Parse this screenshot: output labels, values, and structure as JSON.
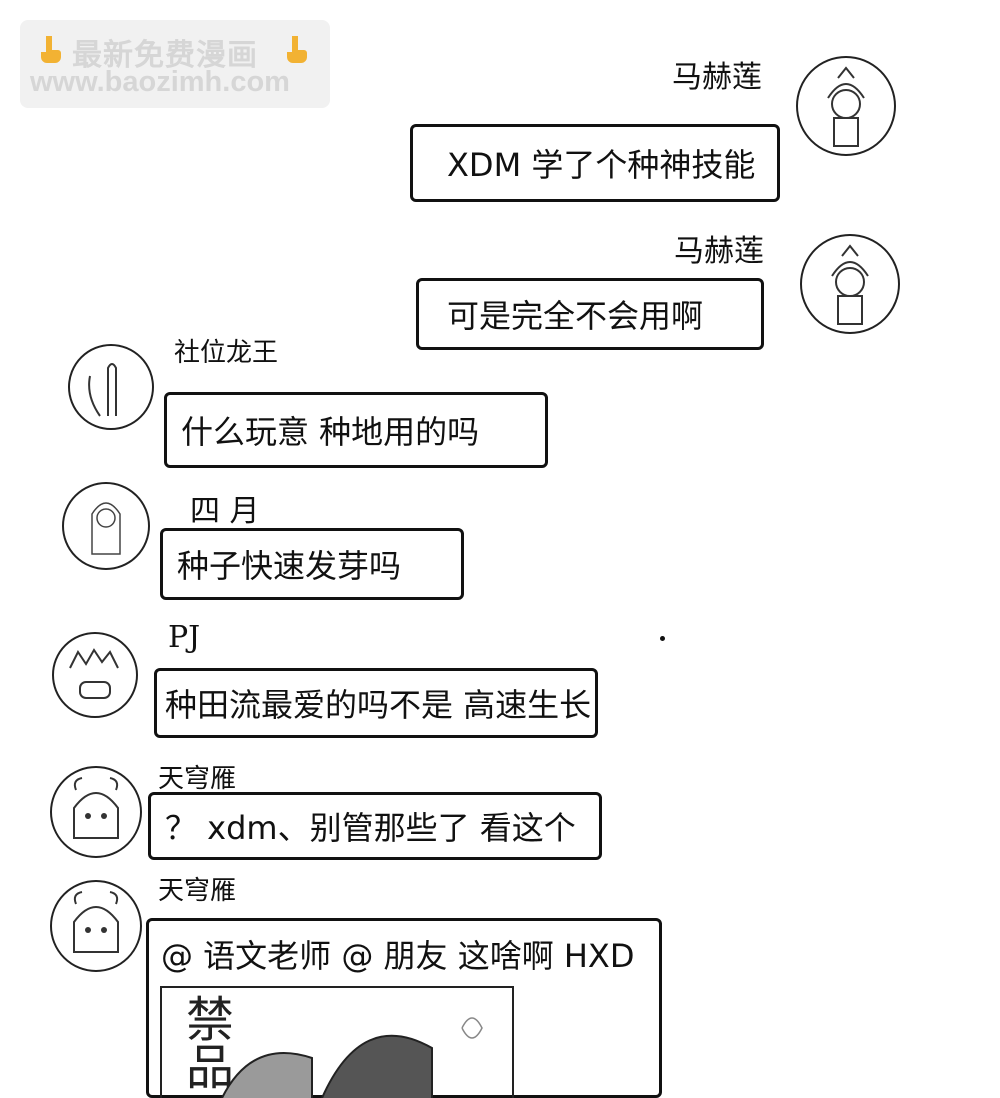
{
  "watermark": {
    "line1": "最新免费漫画",
    "line2": "www.baozimh.com"
  },
  "messages": [
    {
      "sender": "马赫莲",
      "text": "XDM  学了个种神技能"
    },
    {
      "sender": "马赫莲",
      "text": "可是完全不会用啊"
    },
    {
      "sender": "社位龙王",
      "text": "什么玩意 种地用的吗"
    },
    {
      "sender": "四 月",
      "text": "种子快速发芽吗"
    },
    {
      "sender": "PJ",
      "text": "种田流最爱的吗不是 高速生长"
    },
    {
      "sender": "天穹雁",
      "text": "？ xdm、别管那些了 看这个"
    },
    {
      "sender": "天穹雁",
      "text": "@ 语文老师 @ 朋友 这啥啊 HXD"
    }
  ],
  "embedded_panel": {
    "text": "禁品"
  }
}
